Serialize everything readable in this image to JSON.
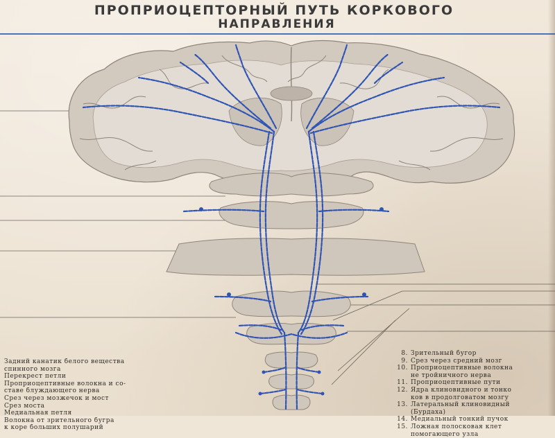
{
  "title": {
    "line1": "ПРОПРИОЦЕПТОРНЫЙ ПУТЬ КОРКОВОГО",
    "line2": "НАПРАВЛЕНИЯ"
  },
  "colors": {
    "pathway": "#2f54b4",
    "tissue": "#cfc6bc",
    "tissue_dark": "#9c9187",
    "paper": "#efe6d8",
    "title_rule": "#2d5fb0"
  },
  "legend_left": [
    {
      "text": "Задний канатик белого вещества"
    },
    {
      "text": "спинного мозга"
    },
    {
      "text": "Перекрест петли"
    },
    {
      "text": "Проприоцептивные волокна и со-"
    },
    {
      "text": "ставе блуждающего нерва"
    },
    {
      "text": "Срез через мозжечок и мост"
    },
    {
      "text": "Срез моста"
    },
    {
      "text": "Медиальная петля"
    },
    {
      "text": "Волокна от зрительного бугра"
    },
    {
      "text": "к коре больших полушарий"
    }
  ],
  "legend_right": [
    {
      "num": "8.",
      "text": "Зрительный бугор"
    },
    {
      "num": "9.",
      "text": "Срез через средний мозг"
    },
    {
      "num": "10.",
      "text": "Проприоцептивные волокна"
    },
    {
      "num": "",
      "text": "не тройничного нерва"
    },
    {
      "num": "11.",
      "text": "Проприоцептивные пути"
    },
    {
      "num": "12.",
      "text": "Ядра клиновидного и тонко"
    },
    {
      "num": "",
      "text": "ков в продолговатом мозгу"
    },
    {
      "num": "13.",
      "text": "Латеральный клиновидный"
    },
    {
      "num": "",
      "text": "(Бурдаха)"
    },
    {
      "num": "14.",
      "text": "Медиальный тонкий пучок"
    },
    {
      "num": "15.",
      "text": "Ложная полосковая клет"
    },
    {
      "num": "",
      "text": "помогающего узла"
    }
  ]
}
